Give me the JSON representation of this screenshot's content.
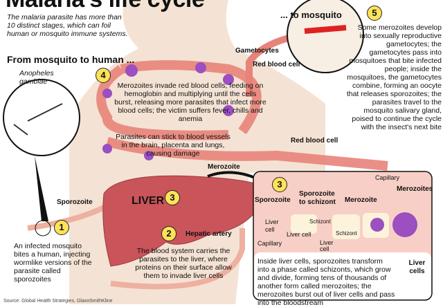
{
  "title": "Malaria's life cycle",
  "subtitle": "The malaria parasite has more than 10 distinct stages, which can foil human or mosquito immune systems.",
  "section_human": "From mosquito to human ...",
  "section_mosquito": "... to mosquito",
  "mosquito_species": "Anopheles gambiae",
  "steps": [
    {
      "num": "1",
      "text": "An infected mosquito bites a human, injecting wormlike versions of the parasite called sporozoites"
    },
    {
      "num": "2",
      "text": "The blood system carries the parasites to the liver, where proteins on their surface allow them to invade liver cells"
    },
    {
      "num": "3",
      "text": "Inside liver cells, sporozoites transform into a phase called schizonts, which grow and divide, forming tens of thousands of another form called merozoites; the merozoites burst out of liver cells and pass into the bloodstream"
    },
    {
      "num": "4",
      "text": "Merozoites invade red blood cells, feeding on hemoglobin and multiplying until the cells burst, releasing more parasites that infect more blood cells; the victim suffers fever, chills and anemia"
    },
    {
      "num": "5",
      "text": "Some merozoites develop into sexually reproductive gametocytes; the gametocytes pass into mosquitoes that bite infected people; inside the mosquitoes, the gametocytes combine, forming an oocyte that releases sporozoites; the parasites travel to the mosquito salivary gland, poised to continue the cycle with the insect's next bite"
    }
  ],
  "damage_note": "Parasites can stick to blood vessels in the brain, placenta and lungs, causing damage",
  "labels": {
    "gametocytes": "Gametocytes",
    "red_blood_cell": "Red blood cell",
    "merozoite": "Merozoite",
    "liver": "LIVER",
    "hepatic_artery": "Hepatic artery",
    "sporozoite": "Sporozoite"
  },
  "inset": {
    "sporozoite": "Sporozoite",
    "sporozoite_to_schizont": "Sporozoite to schizont",
    "merozoite": "Merozoite",
    "merozoites": "Merozoites",
    "capillary": "Capillary",
    "liver_cell": "Liver cell",
    "schizont": "Schizont",
    "liver_cells": "Liver cells"
  },
  "source": "Source: Global Health Strategies, GlaxoSmithKline",
  "colors": {
    "vessel": "#e8837a",
    "skin": "#f4e3d4",
    "badge": "#fde25a",
    "parasite": "#9b4fc0",
    "liver": "#c9545a"
  }
}
